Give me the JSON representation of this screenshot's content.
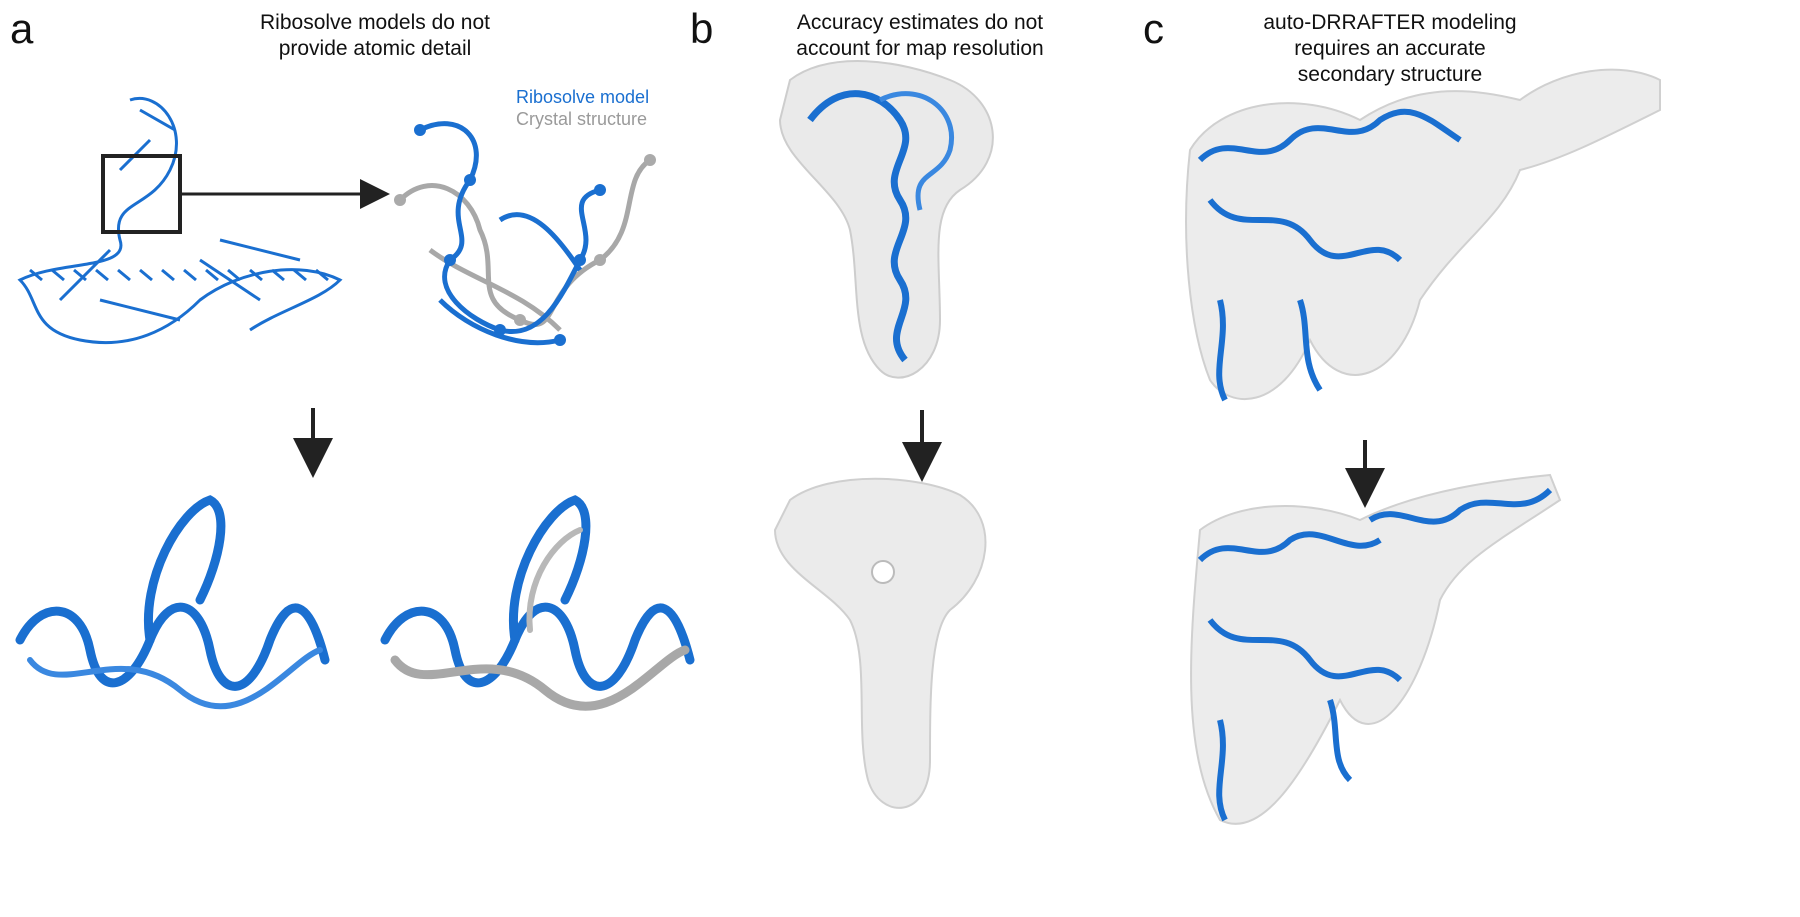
{
  "panels": [
    {
      "label": "a",
      "title": "Ribosolve models do not\nprovide atomic detail"
    },
    {
      "label": "b",
      "title": "Accuracy estimates do not\naccount for map resolution"
    },
    {
      "label": "c",
      "title": "auto-DRRAFTER modeling\nrequires an accurate\nsecondary structure"
    }
  ],
  "legend": {
    "items": [
      {
        "label": "Ribosolve model",
        "color": "#1a6fd0"
      },
      {
        "label": "Crystal structure",
        "color": "#9a9a9a"
      }
    ]
  },
  "colors": {
    "model_blue": "#1a6fd0",
    "crystal_gray": "#a8a8a8",
    "density_gray": "#e6e6e6",
    "arrow": "#222222"
  }
}
